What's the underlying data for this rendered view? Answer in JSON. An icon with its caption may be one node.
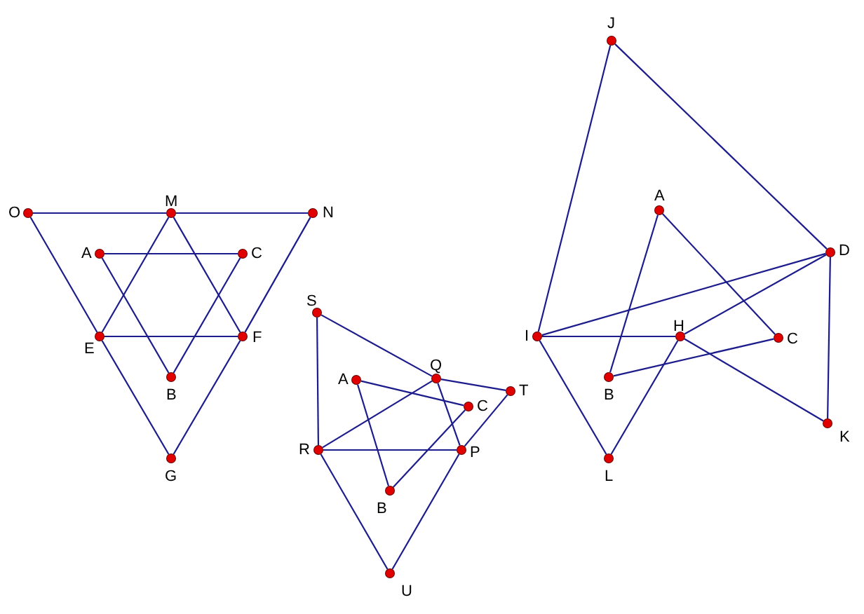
{
  "diagram": {
    "nodes": [
      {
        "text": [
          "O"
        ]
      },
      {
        "text": [
          "M"
        ]
      },
      {
        "text": [
          "N"
        ]
      },
      {
        "text": [
          "A"
        ]
      },
      {
        "text": [
          "C"
        ]
      },
      {
        "text": [
          "E"
        ]
      },
      {
        "text": [
          "F"
        ]
      },
      {
        "text": [
          "B"
        ]
      },
      {
        "text": [
          "G"
        ]
      },
      {
        "text": [
          "S"
        ]
      },
      {
        "text": [
          "Q"
        ]
      },
      {
        "text": [
          "T"
        ]
      },
      {
        "text": [
          "A"
        ]
      },
      {
        "text": [
          "C"
        ]
      },
      {
        "text": [
          "R"
        ]
      },
      {
        "text": [
          "P"
        ]
      },
      {
        "text": [
          "B"
        ]
      },
      {
        "text": [
          "U"
        ]
      },
      {
        "text": [
          "J"
        ]
      },
      {
        "text": [
          "A"
        ]
      },
      {
        "text": [
          "D"
        ]
      },
      {
        "text": [
          "I"
        ]
      },
      {
        "text": [
          "H"
        ]
      },
      {
        "text": [
          "C"
        ]
      },
      {
        "text": [
          "B"
        ]
      },
      {
        "text": [
          "K"
        ]
      },
      {
        "text": [
          "L"
        ]
      }
    ],
    "edges": [
      {
        "from": 0,
        "to": 1,
        "arrow": "none"
      },
      {
        "from": 1,
        "to": 2,
        "arrow": "none"
      },
      {
        "from": 3,
        "to": 4,
        "arrow": "none"
      },
      {
        "from": 3,
        "to": 7,
        "arrow": "none"
      },
      {
        "from": 4,
        "to": 7,
        "arrow": "none"
      },
      {
        "from": 1,
        "to": 5,
        "arrow": "none"
      },
      {
        "from": 1,
        "to": 6,
        "arrow": "none"
      },
      {
        "from": 5,
        "to": 6,
        "arrow": "none"
      },
      {
        "from": 0,
        "to": 5,
        "arrow": "none"
      },
      {
        "from": 5,
        "to": 8,
        "arrow": "none"
      },
      {
        "from": 2,
        "to": 6,
        "arrow": "none"
      },
      {
        "from": 6,
        "to": 8,
        "arrow": "none"
      },
      {
        "from": 9,
        "to": 14,
        "arrow": "none"
      },
      {
        "from": 9,
        "to": 10,
        "arrow": "none"
      },
      {
        "from": 10,
        "to": 11,
        "arrow": "none"
      },
      {
        "from": 12,
        "to": 13,
        "arrow": "none"
      },
      {
        "from": 12,
        "to": 16,
        "arrow": "none"
      },
      {
        "from": 16,
        "to": 13,
        "arrow": "none"
      },
      {
        "from": 14,
        "to": 10,
        "arrow": "none"
      },
      {
        "from": 10,
        "to": 15,
        "arrow": "none"
      },
      {
        "from": 14,
        "to": 15,
        "arrow": "none"
      },
      {
        "from": 14,
        "to": 17,
        "arrow": "none"
      },
      {
        "from": 17,
        "to": 15,
        "arrow": "none"
      },
      {
        "from": 15,
        "to": 11,
        "arrow": "none"
      },
      {
        "from": 18,
        "to": 21,
        "arrow": "none"
      },
      {
        "from": 18,
        "to": 20,
        "arrow": "none"
      },
      {
        "from": 21,
        "to": 20,
        "arrow": "none"
      },
      {
        "from": 21,
        "to": 22,
        "arrow": "none"
      },
      {
        "from": 22,
        "to": 20,
        "arrow": "none"
      },
      {
        "from": 19,
        "to": 24,
        "arrow": "none"
      },
      {
        "from": 19,
        "to": 23,
        "arrow": "none"
      },
      {
        "from": 24,
        "to": 23,
        "arrow": "none"
      },
      {
        "from": 22,
        "to": 25,
        "arrow": "none"
      },
      {
        "from": 20,
        "to": 25,
        "arrow": "none"
      },
      {
        "from": 21,
        "to": 26,
        "arrow": "none"
      },
      {
        "from": 26,
        "to": 22,
        "arrow": "none"
      }
    ]
  }
}
